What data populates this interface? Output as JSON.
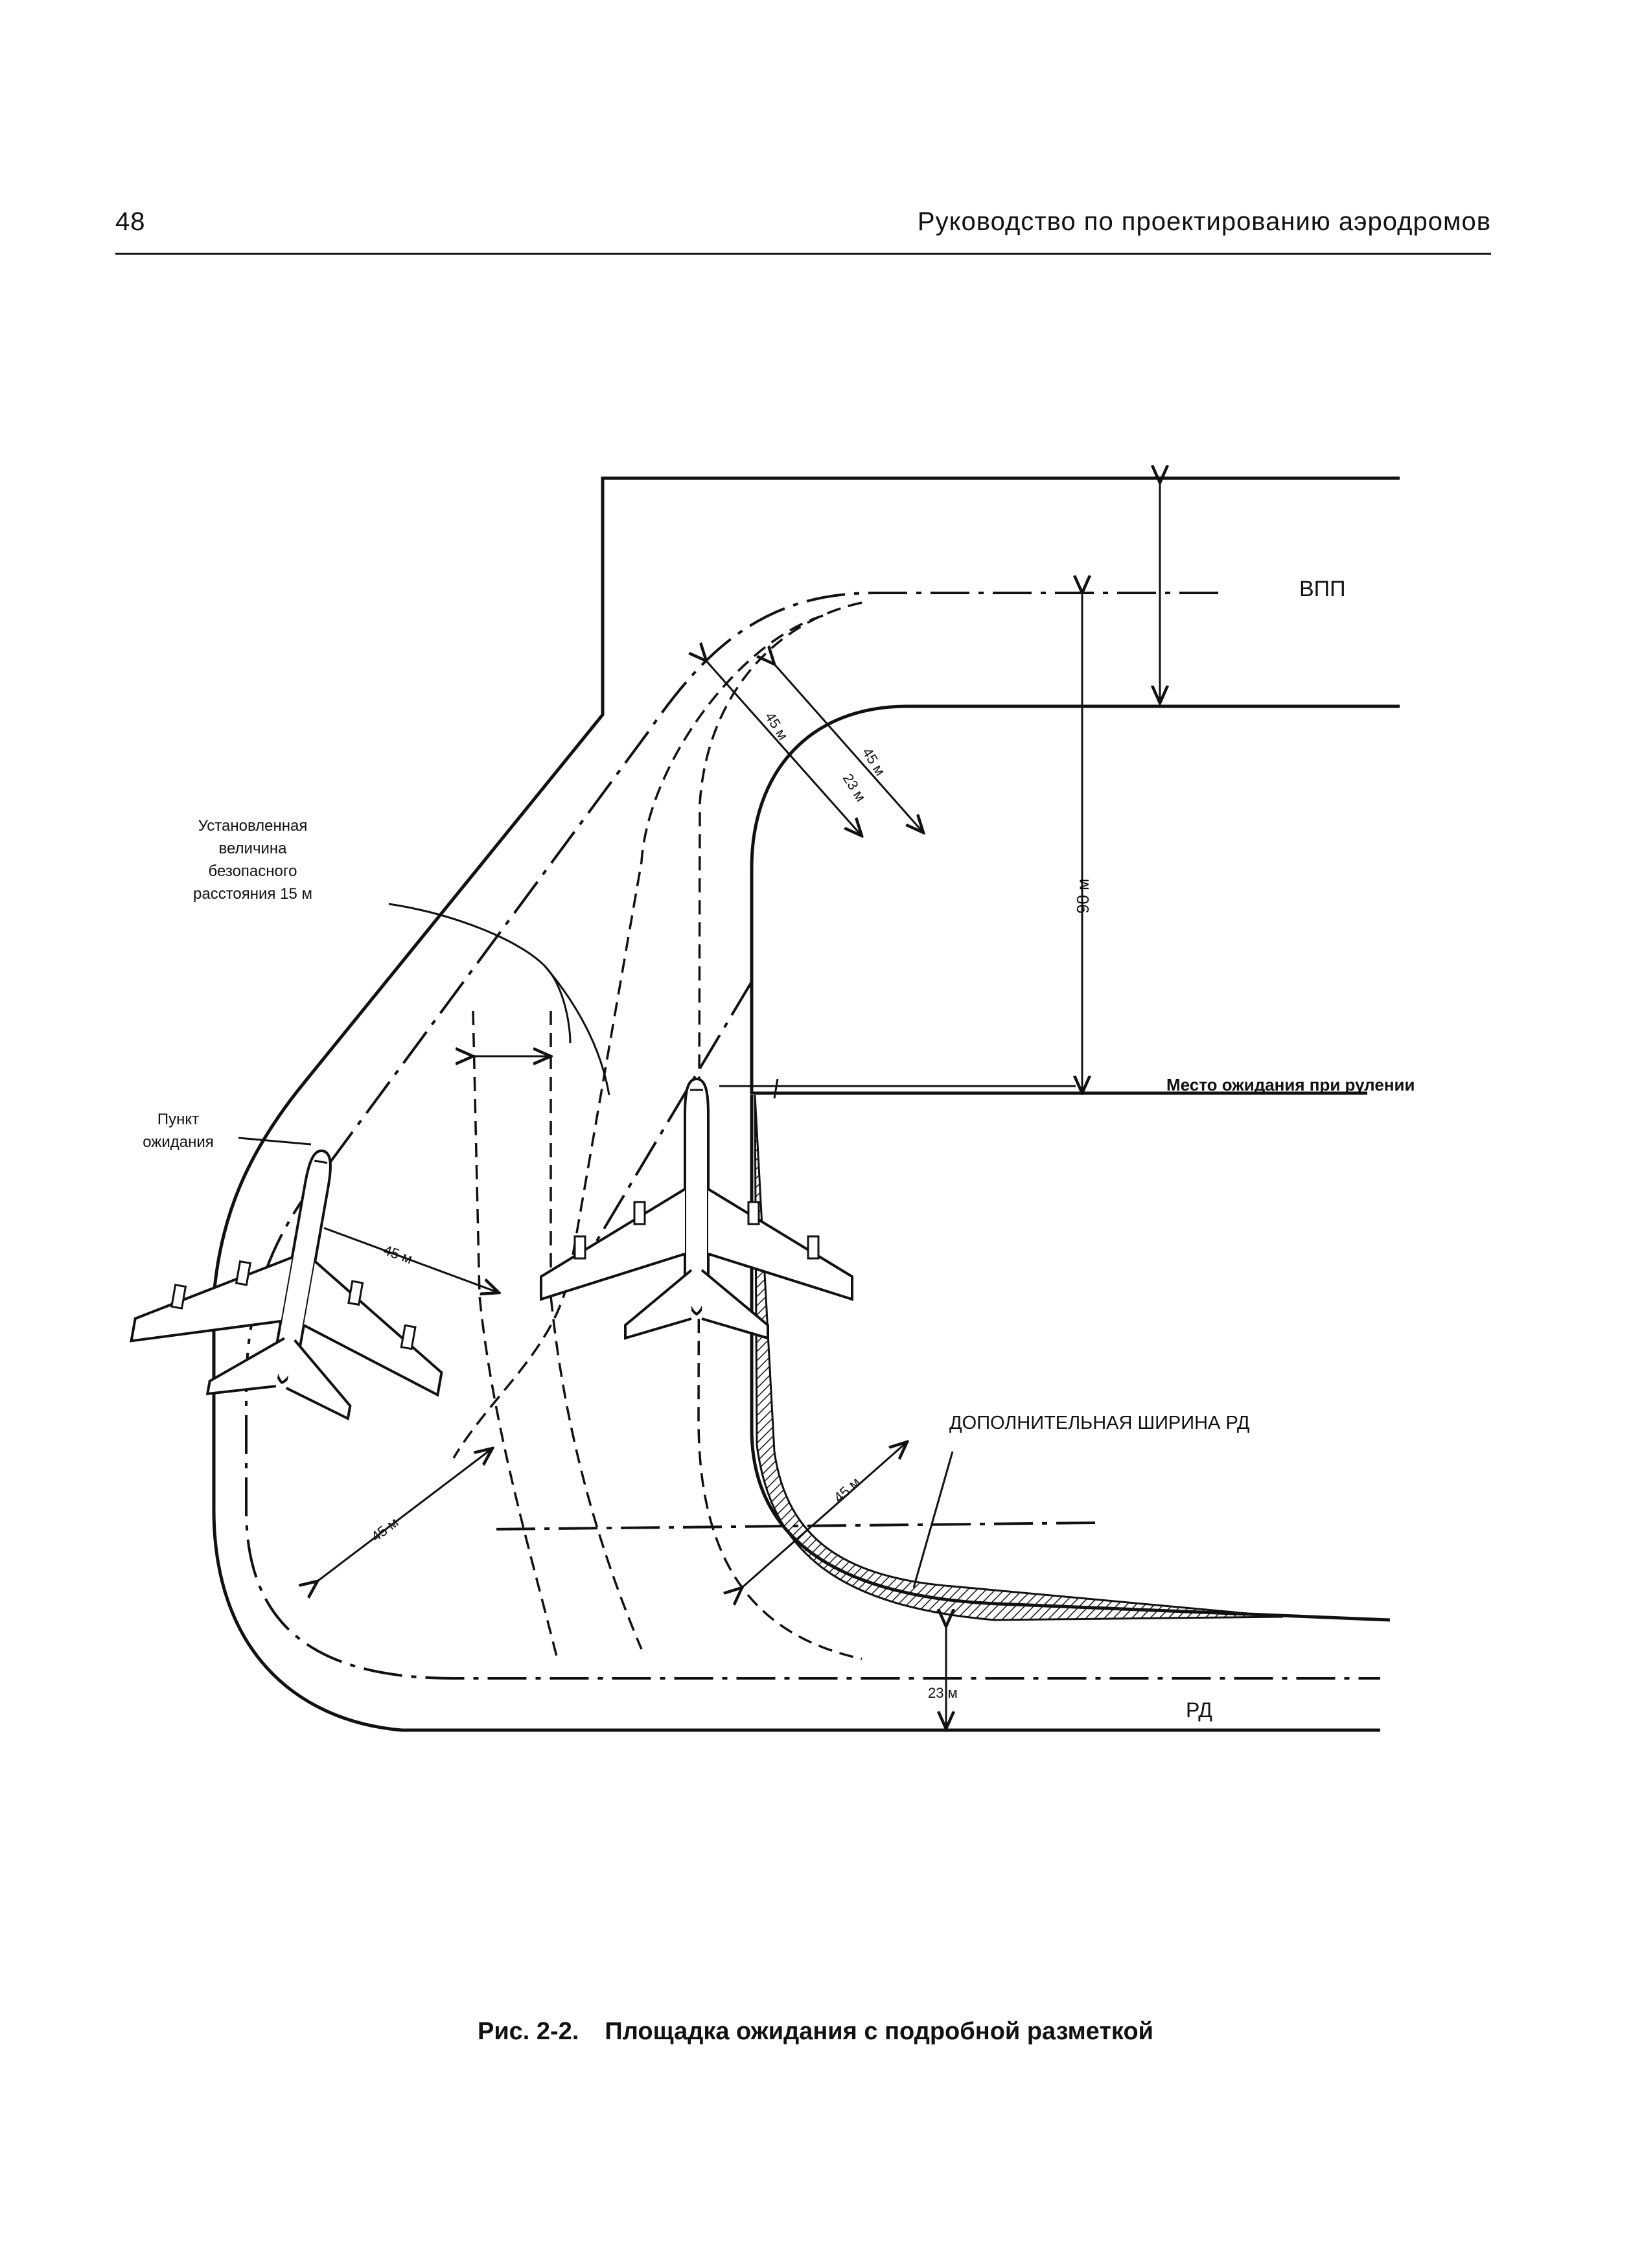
{
  "header": {
    "page_number": "48",
    "running_title": "Руководство по проектированию аэродромов"
  },
  "diagram": {
    "runway_label": "ВПП",
    "taxiway_label": "РД",
    "holding_position_label": "Место ожидания при рулении",
    "holding_point_label_lines": [
      "Пункт",
      "ожидания"
    ],
    "safety_distance_label_lines": [
      "Установленная",
      "величина",
      "безопасного",
      "расстояния 15 м"
    ],
    "extra_width_label": "ДОПОЛНИТЕЛЬНАЯ ШИРИНА РД",
    "dim_90m": "90 м",
    "dim_45m": "45 м",
    "dim_23m": "23 м"
  },
  "caption": {
    "number": "Рис. 2-2.",
    "text": "Площадка ожидания с подробной разметкой"
  }
}
